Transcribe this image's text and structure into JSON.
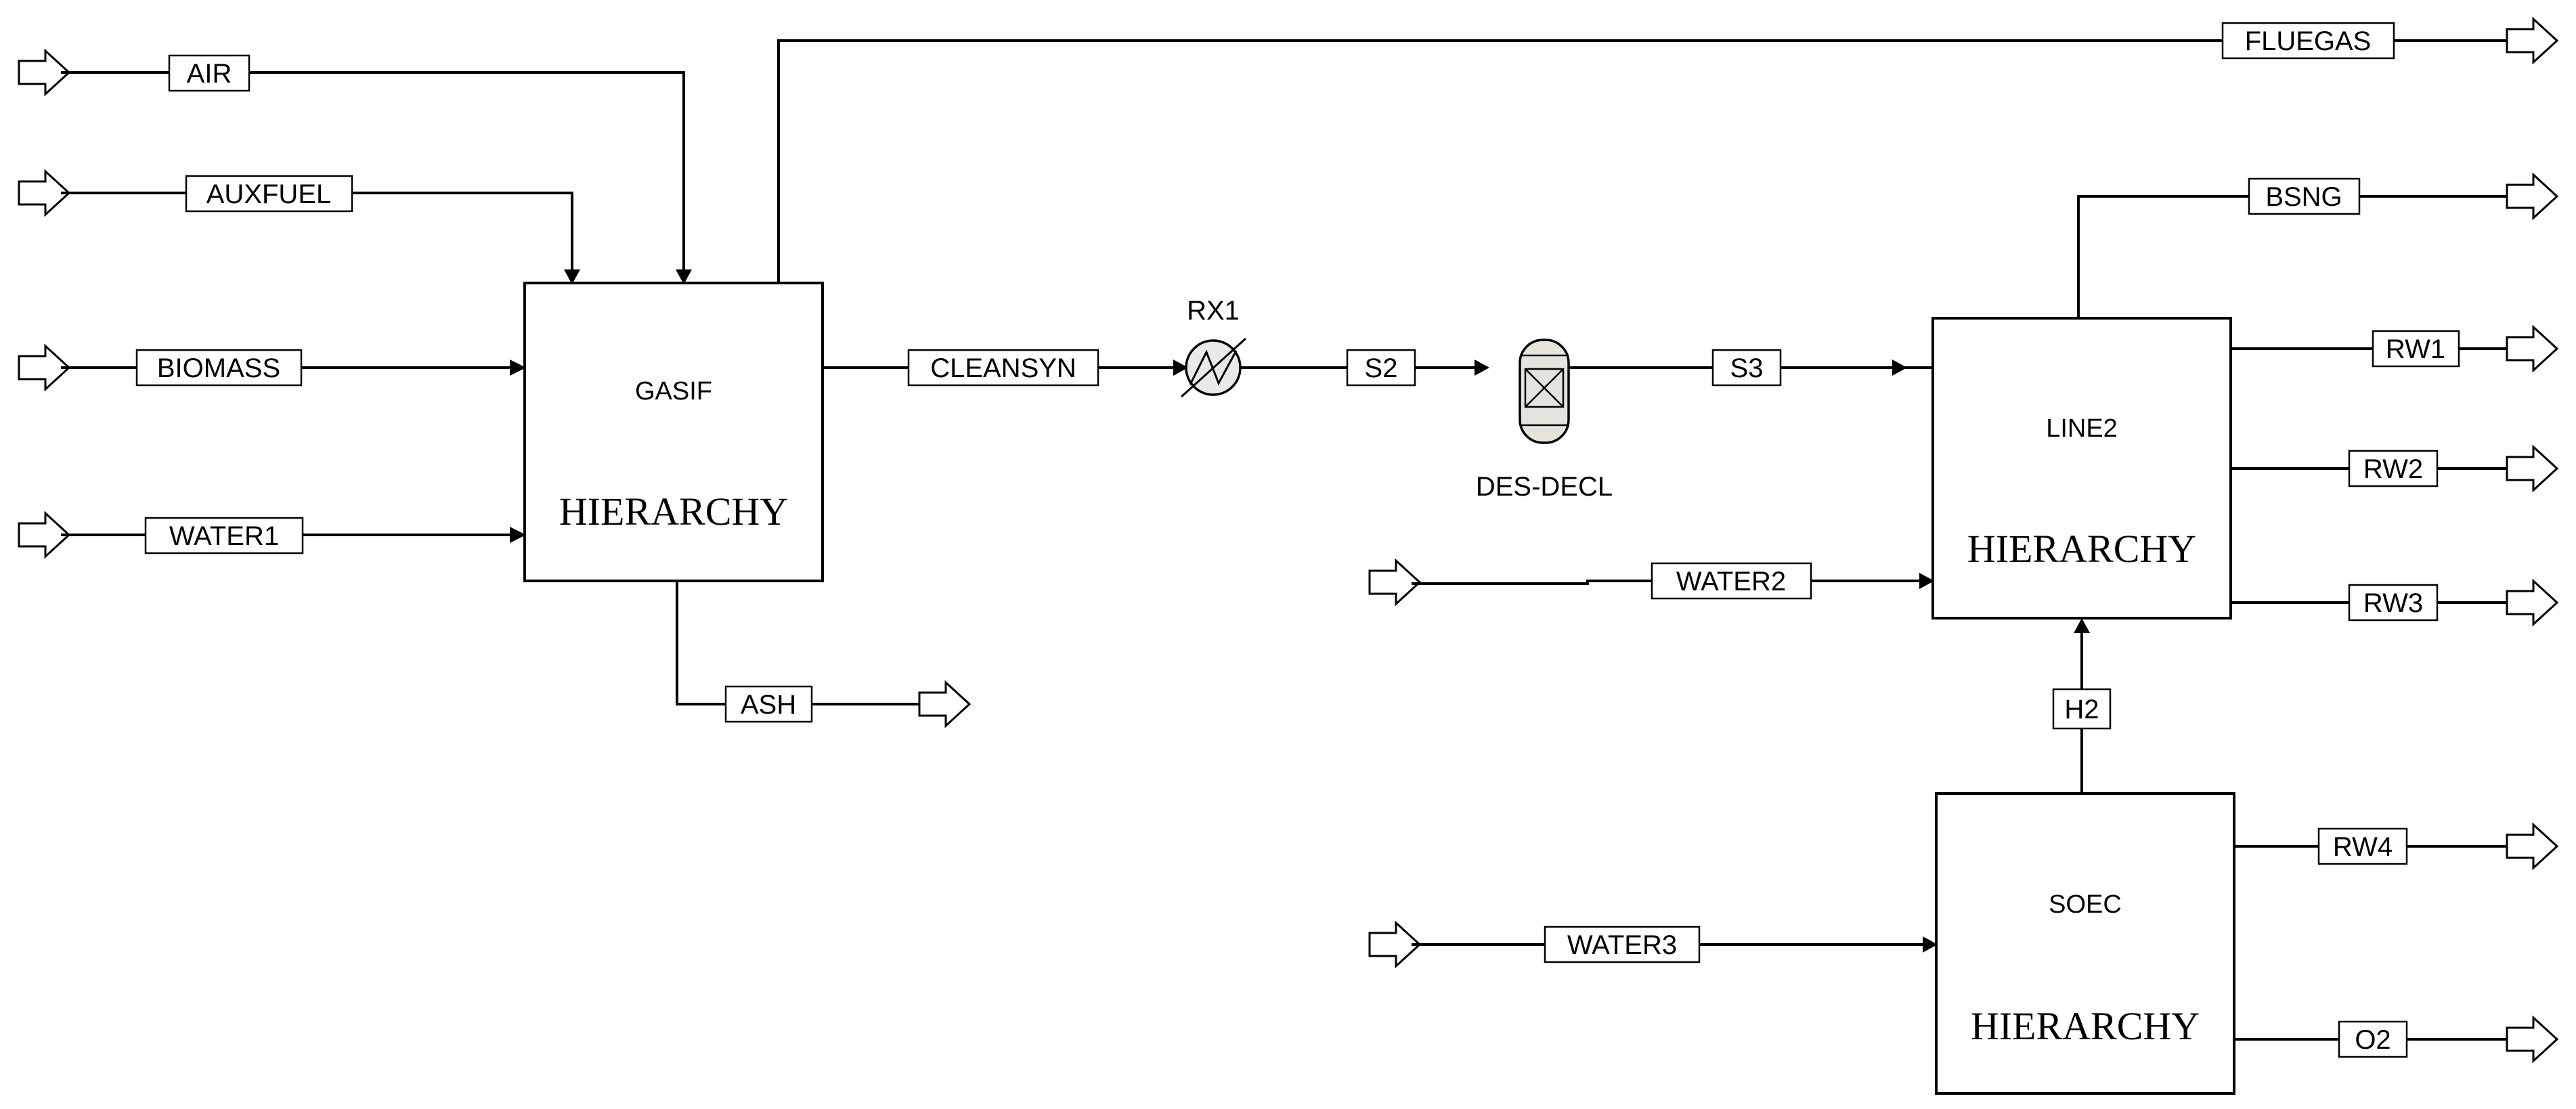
{
  "blocks": {
    "gasif": {
      "name": "GASIF",
      "type": "HIERARCHY"
    },
    "line2": {
      "name": "LINE2",
      "type": "HIERARCHY"
    },
    "soec": {
      "name": "SOEC",
      "type": "HIERARCHY"
    }
  },
  "units": {
    "rx1": "RX1",
    "des_decl": "DES-DECL"
  },
  "streams": {
    "air": "AIR",
    "auxfuel": "AUXFUEL",
    "biomass": "BIOMASS",
    "water1": "WATER1",
    "ash": "ASH",
    "fluegas": "FLUEGAS",
    "cleansyn": "CLEANSYN",
    "s2": "S2",
    "s3": "S3",
    "bsng": "BSNG",
    "rw1": "RW1",
    "rw2": "RW2",
    "rw3": "RW3",
    "water2": "WATER2",
    "h2": "H2",
    "rw4": "RW4",
    "water3": "WATER3",
    "o2": "O2"
  }
}
